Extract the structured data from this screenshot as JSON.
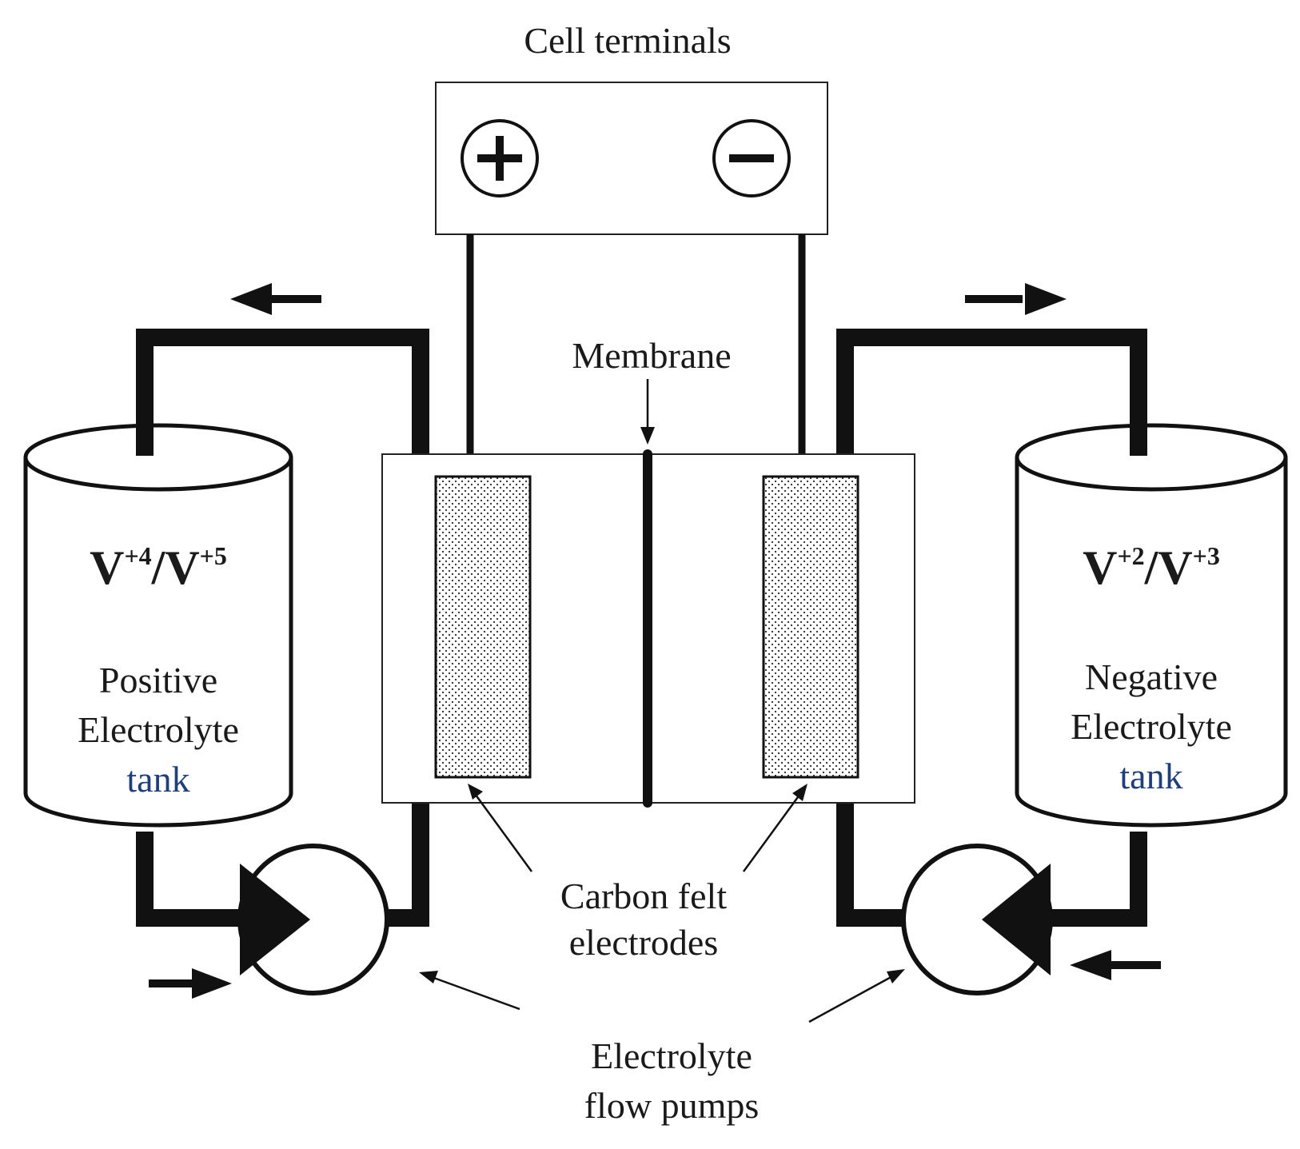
{
  "terminals": {
    "title": "Cell terminals",
    "positive_symbol": "+",
    "negative_symbol": "−"
  },
  "membrane": {
    "label": "Membrane"
  },
  "left_tank": {
    "ion_base1": "V",
    "ion_sup1": "+4",
    "ion_sep": "/V",
    "ion_sup2": "+5",
    "line1": "Positive",
    "line2": "Electrolyte",
    "line3": "tank"
  },
  "right_tank": {
    "ion_base1": "V",
    "ion_sup1": "+2",
    "ion_sep": "/V",
    "ion_sup2": "+3",
    "line1": "Negative",
    "line2": "Electrolyte",
    "line3": "tank"
  },
  "electrodes": {
    "line1": "Carbon felt",
    "line2": "electrodes"
  },
  "pumps": {
    "line1": "Electrolyte",
    "line2": "flow pumps"
  },
  "colors": {
    "stroke": "#111111",
    "accent_tank_word": "#1f3f7a"
  }
}
